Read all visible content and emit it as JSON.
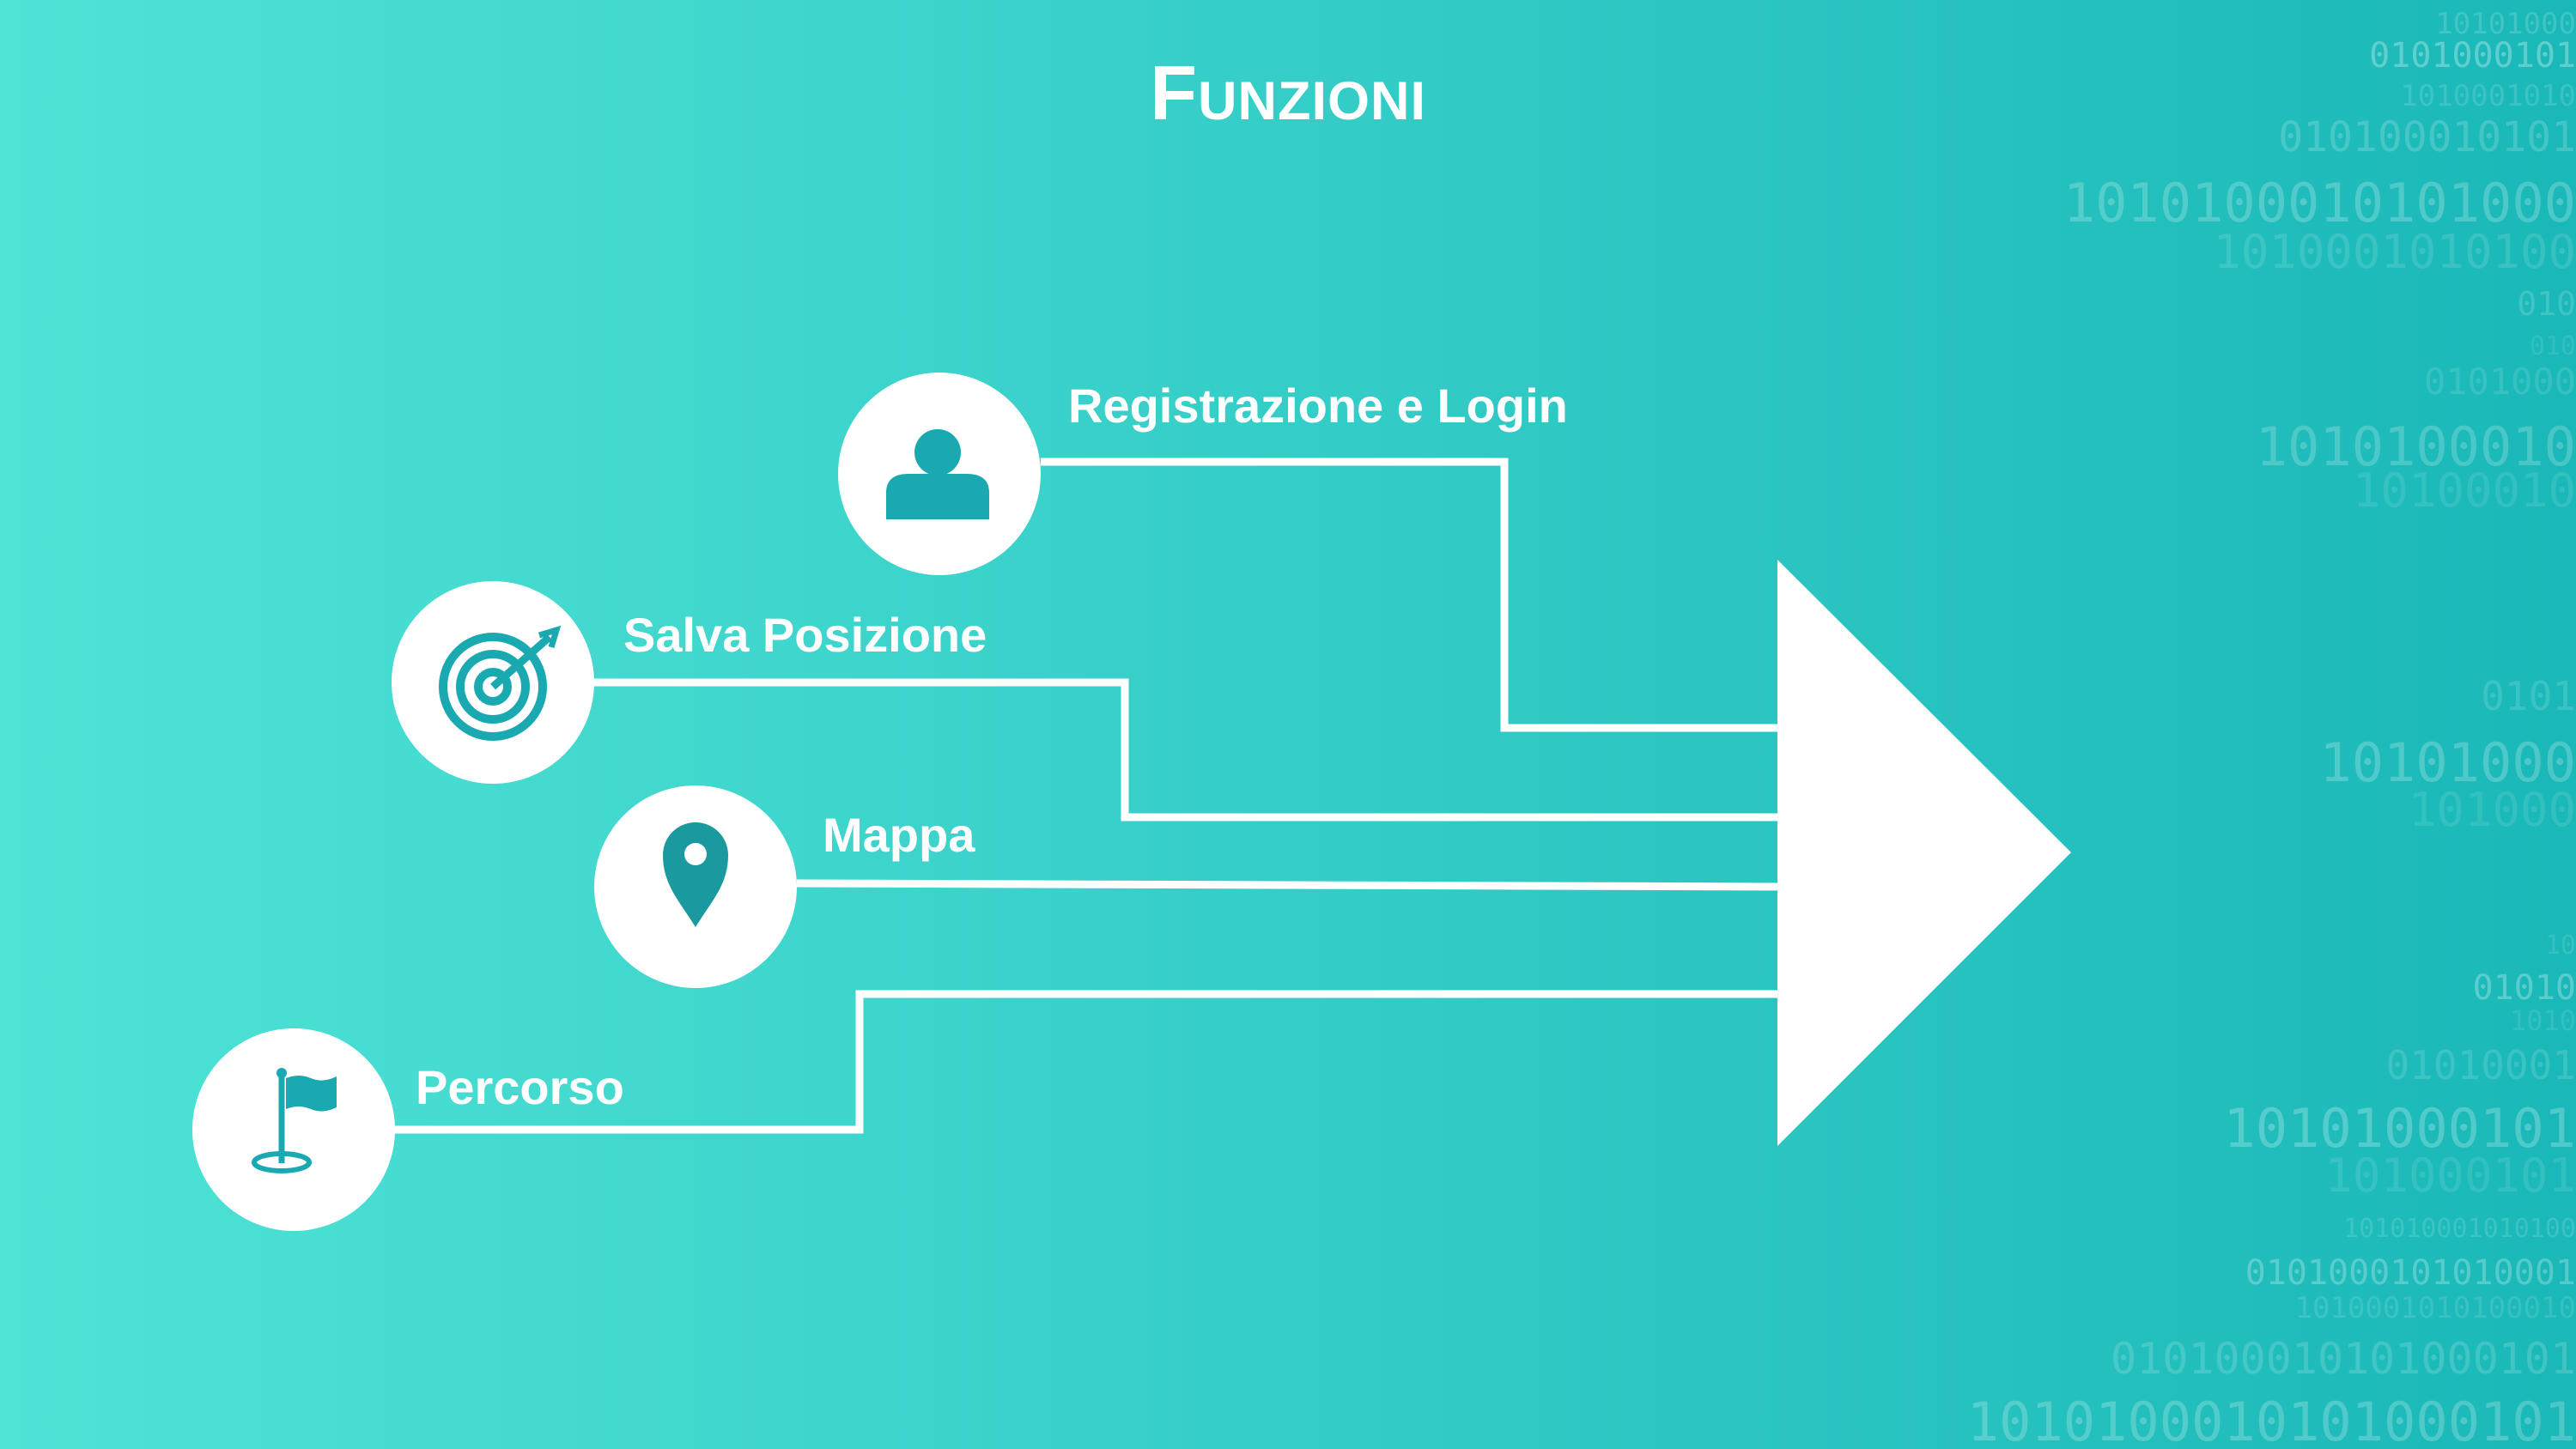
{
  "title": "Funzioni",
  "features": [
    {
      "id": "registrazione-login",
      "label": "Registrazione e Login",
      "icon": "user-icon"
    },
    {
      "id": "salva-posizione",
      "label": "Salva Posizione",
      "icon": "target-icon"
    },
    {
      "id": "mappa",
      "label": "Mappa",
      "icon": "map-pin-icon"
    },
    {
      "id": "percorso",
      "label": "Percorso",
      "icon": "flag-icon"
    }
  ],
  "binary_lines": [
    "10101000",
    "0101000101",
    "1010001010",
    "010100010101",
    "1010100010101000",
    "1010001010100",
    "010",
    "010",
    "0101000",
    "1010100010",
    "10100010",
    "0101",
    "10101000",
    "101000",
    "10",
    "01010",
    "1010",
    "01010001",
    "10101000101",
    "101000101",
    "101010001010100",
    "0101000101010001",
    "1010001010100010",
    "010100010101000101",
    "1010100010101000101"
  ],
  "colors": {
    "bg_left": "#4fe3d6",
    "bg_right": "#1ab8b8",
    "icon": "#1aa9b0",
    "line": "#ffffff"
  }
}
